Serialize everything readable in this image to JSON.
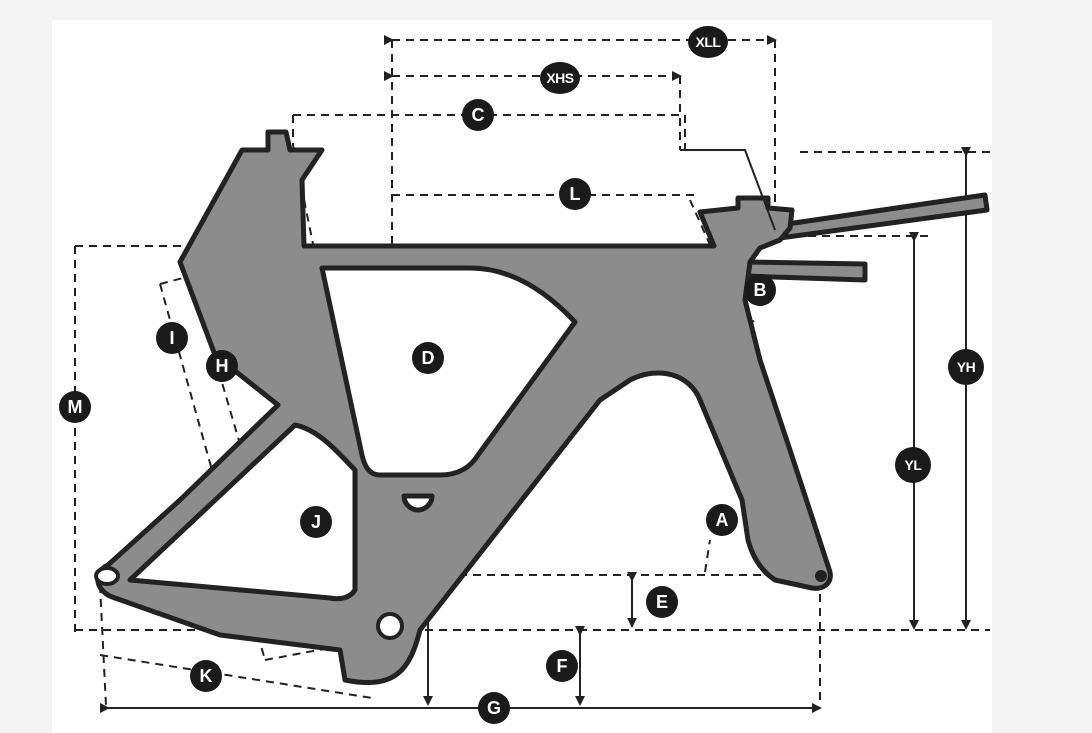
{
  "diagram": {
    "colors": {
      "frame_fill": "#8c8c8c",
      "outline": "#222222",
      "label_bg": "#1a1a1a",
      "label_text": "#ffffff",
      "page_bg": "#f3f3f3"
    },
    "labels": {
      "xll": "XLL",
      "xhs": "XHS",
      "c": "C",
      "l": "L",
      "d": "D",
      "m": "M",
      "i": "I",
      "h": "H",
      "j": "J",
      "k": "K",
      "a": "A",
      "b": "B",
      "e": "E",
      "f": "F",
      "g": "G",
      "yh": "YH",
      "yl": "YL"
    }
  }
}
